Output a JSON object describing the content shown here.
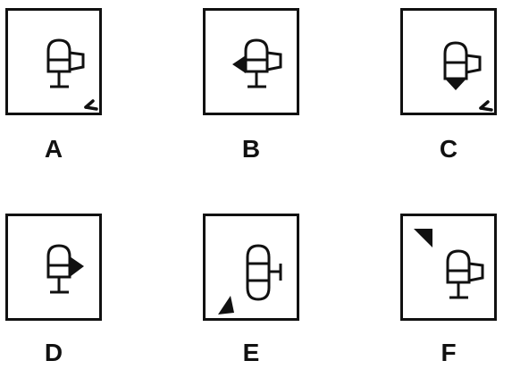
{
  "options": [
    {
      "letter": "A",
      "variant": "mug-with-small-tick-bottom-right"
    },
    {
      "letter": "B",
      "variant": "mug-with-left-triangle"
    },
    {
      "letter": "C",
      "variant": "mug-with-bottom-triangle-and-tick"
    },
    {
      "letter": "D",
      "variant": "mug-with-right-triangle"
    },
    {
      "letter": "E",
      "variant": "capsule-with-peg-and-corner-triangle"
    },
    {
      "letter": "F",
      "variant": "mug-with-top-left-corner-triangle"
    }
  ],
  "colors": {
    "stroke": "#111111",
    "background": "#ffffff"
  }
}
